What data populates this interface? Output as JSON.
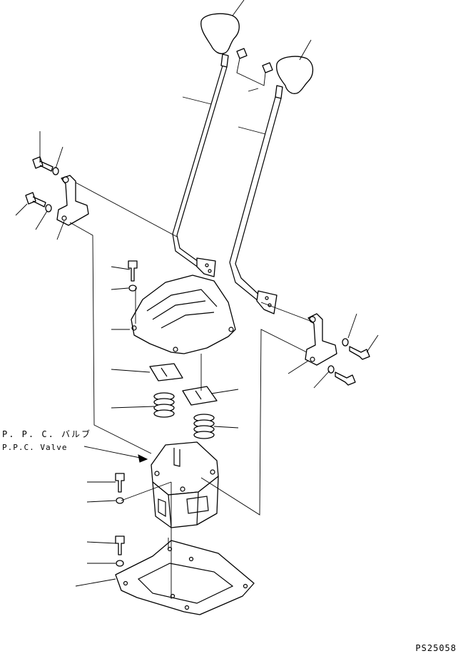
{
  "labels": {
    "ppc_valve_jp": "P. P. C. バルブ",
    "ppc_valve_en": "P.P.C. Valve",
    "drawing_code": "PS25058"
  }
}
